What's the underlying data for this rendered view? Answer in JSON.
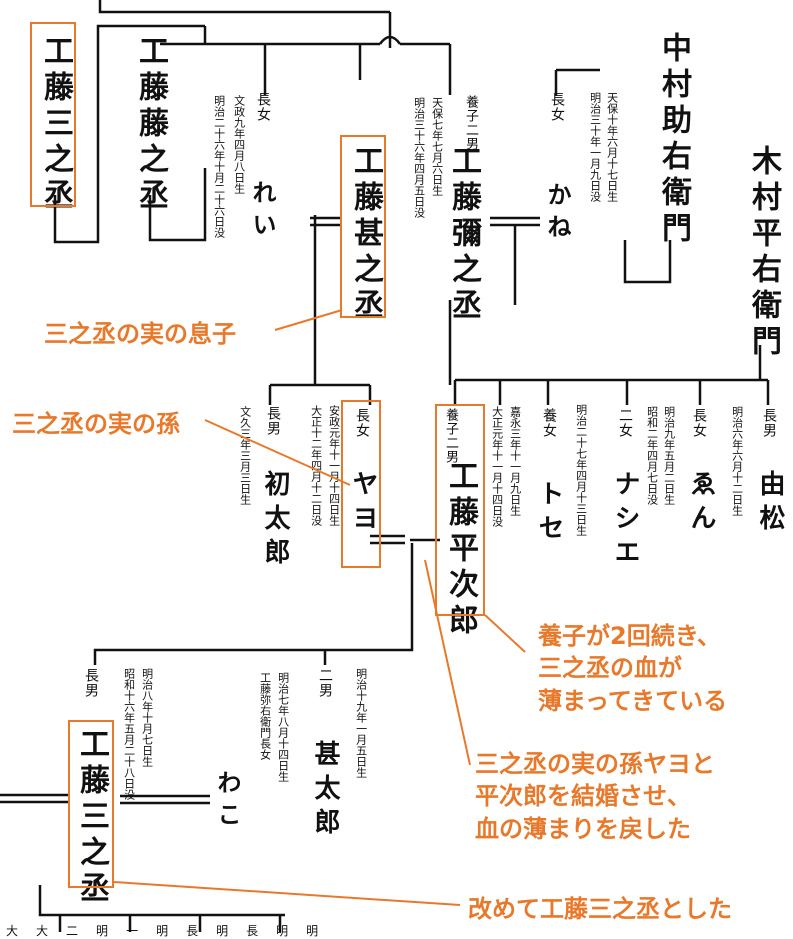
{
  "people": {
    "kudo_sannojo_top": {
      "name": "工藤三之丞"
    },
    "kudo_fujinojo": {
      "name": "工藤藤之丞"
    },
    "rei": {
      "relation": "長女",
      "name": "れい",
      "dates": [
        "文政九年四月八日生",
        "明治二十六年十月二十六日没"
      ]
    },
    "kudo_jinnojo": {
      "name": "工藤甚之丞"
    },
    "kudo_yanojo": {
      "relation": "養子二男",
      "name": "工藤彌之丞",
      "dates": [
        "天保七年七月六日生",
        "明治三十六年四月五日没"
      ]
    },
    "kane": {
      "relation": "長女",
      "name": "かね",
      "dates": [
        "天保十年六月十七日生",
        "明治三十年一月九日没"
      ]
    },
    "nakamura": {
      "name": "中村助右衛門"
    },
    "kimura": {
      "name": "木村平右衛門"
    },
    "hatsutaro": {
      "relation": "長男",
      "name": "初太郎",
      "dates": [
        "文久三年三月三日生"
      ]
    },
    "yayo": {
      "relation": "長女",
      "name": "ヤヨ",
      "dates": [
        "安政元年十一月十四日生",
        "大正十二年四月十二日没"
      ]
    },
    "heijiro": {
      "relation": "養子二男",
      "name": "工藤平次郎",
      "dates": [
        "嘉永三年十一月九日生",
        "大正元年十一月十四日没"
      ]
    },
    "tose": {
      "relation": "養女",
      "name": "トセ",
      "dates": [
        "明治二十七年四月十三日生"
      ]
    },
    "nashie": {
      "relation": "二女",
      "name": "ナシエ",
      "dates": [
        "明治九年五月二日生",
        "昭和二年四月七日没"
      ]
    },
    "en": {
      "relation": "長女",
      "name": "ゑん",
      "dates": [
        "明治六年六月十二日生"
      ]
    },
    "yoshimatsu": {
      "relation": "長男",
      "name": "由松",
      "dates": []
    },
    "kudo_sannojo_bottom": {
      "relation": "長男",
      "name": "工藤三之丞",
      "dates": [
        "明治八年十月七日生",
        "昭和十六年五月二十八日没"
      ]
    },
    "jintaro": {
      "relation": "二男",
      "name": "甚太郎",
      "dates": [
        "明治十九年一月五日生"
      ]
    },
    "wako": {
      "name": "わこ",
      "dates": [
        "明治七年八月十四日生",
        "工藤弥右衛門長女"
      ]
    }
  },
  "bottom_fragments": [
    "大",
    "大",
    "二",
    "明",
    "一",
    "明",
    "長",
    "明",
    "長",
    "明",
    "明"
  ],
  "annotations": {
    "son": "三之丞の実の息子",
    "grandchild": "三之丞の実の孫",
    "adoption": [
      "養子が2回続き、",
      "三之丞の血が",
      "薄まってきている"
    ],
    "marriage": [
      "三之丞の実の孫ヤヨと",
      "平次郎を結婚させ、",
      "血の薄まりを戻した"
    ],
    "rename": "改めて工藤三之丞とした"
  },
  "colors": {
    "accent": "#e8792b",
    "line": "#111111",
    "background": "#ffffff"
  }
}
